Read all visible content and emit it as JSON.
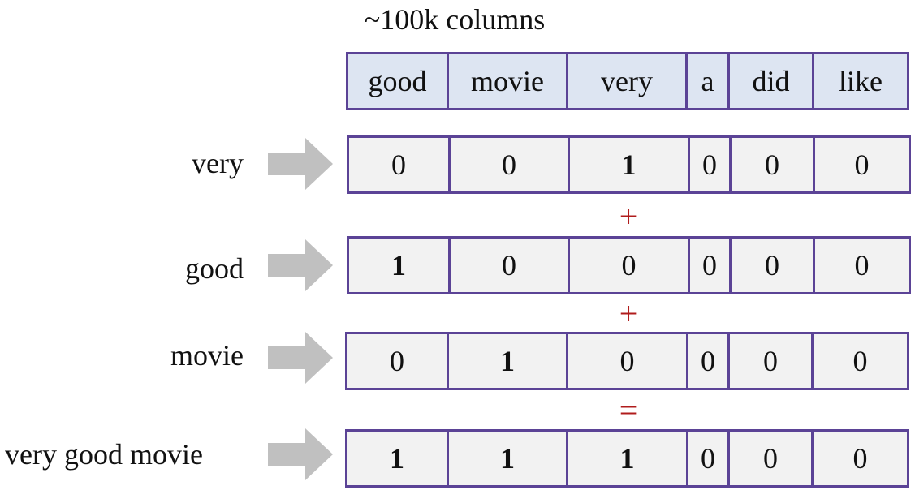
{
  "title": "~100k columns",
  "header": [
    "good",
    "movie",
    "very",
    "a",
    "did",
    "like"
  ],
  "rows": [
    {
      "label": "very",
      "values": [
        "0",
        "0",
        "1",
        "0",
        "0",
        "0"
      ]
    },
    {
      "label": "good",
      "values": [
        "1",
        "0",
        "0",
        "0",
        "0",
        "0"
      ]
    },
    {
      "label": "movie",
      "values": [
        "0",
        "1",
        "0",
        "0",
        "0",
        "0"
      ]
    },
    {
      "label": "very good movie",
      "values": [
        "1",
        "1",
        "1",
        "0",
        "0",
        "0"
      ]
    }
  ],
  "operators": [
    "+",
    "+",
    "="
  ],
  "colors": {
    "border": "#5b4396",
    "header_fill": "#dde5f2",
    "cell_fill": "#f2f2f2",
    "arrow": "#c0c0c0",
    "operator": "#b01c1c"
  },
  "icons": {
    "row_arrow": "right-arrow-icon"
  }
}
